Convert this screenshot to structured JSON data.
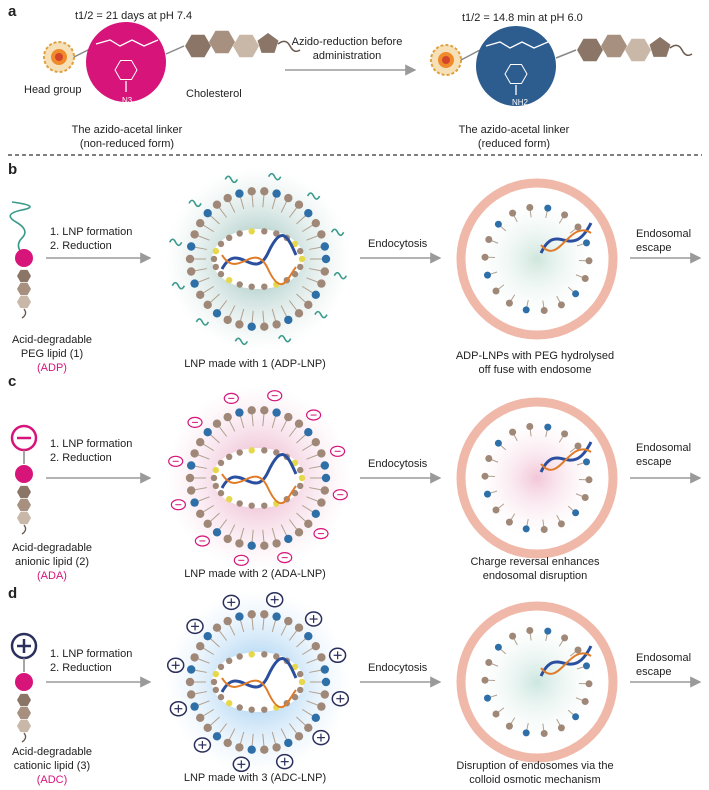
{
  "panels": {
    "a": {
      "label": "a",
      "half_life_left": "t1/2 = 21 days at pH 7.4",
      "half_life_right": "t1/2 = 14.8 min at pH 6.0",
      "head_group": "Head group",
      "cholesterol": "Cholesterol",
      "n3": "N3",
      "nh2": "NH2",
      "arrow_line1": "Azido-reduction before",
      "arrow_line2": "administration",
      "left_caption1": "The azido-acetal linker",
      "left_caption2": "(non-reduced form)",
      "right_caption1": "The azido-acetal linker",
      "right_caption2": "(reduced form)"
    },
    "b": {
      "label": "b",
      "step1": "1. LNP formation",
      "step2": "2. Reduction",
      "lipid_line1": "Acid-degradable",
      "lipid_line2": "PEG lipid (1)",
      "lipid_abbr": "(ADP)",
      "lnp_caption": "LNP  made with 1 (ADP-LNP)",
      "endocytosis": "Endocytosis",
      "endosome_caption1": "ADP-LNPs with PEG hydrolysed",
      "endosome_caption2": "off fuse with endosome",
      "escape1": "Endosomal",
      "escape2": "escape"
    },
    "c": {
      "label": "c",
      "step1": "1. LNP formation",
      "step2": "2. Reduction",
      "lipid_line1": "Acid-degradable",
      "lipid_line2": "anionic lipid (2)",
      "lipid_abbr": "(ADA)",
      "lnp_caption": "LNP  made with 2 (ADA-LNP)",
      "endocytosis": "Endocytosis",
      "endosome_caption1": "Charge reversal enhances",
      "endosome_caption2": "endosomal disruption",
      "escape1": "Endosomal",
      "escape2": "escape"
    },
    "d": {
      "label": "d",
      "step1": "1. LNP formation",
      "step2": "2. Reduction",
      "lipid_line1": "Acid-degradable",
      "lipid_line2": "cationic lipid (3)",
      "lipid_abbr": "(ADC)",
      "lnp_caption": "LNP  made with 3 (ADC-LNP)",
      "endocytosis": "Endocytosis",
      "endosome_caption1": "Disruption of endosomes via the",
      "endosome_caption2": "colloid osmotic mechanism",
      "escape1": "Endosomal",
      "escape2": "escape"
    }
  },
  "colors": {
    "magenta": "#d6147a",
    "blue_sphere": "#2d5c8f",
    "cholesterol_brown": "#8a7566",
    "endosome_pink": "#f0b8a8",
    "lipid_head_brown": "#a08878",
    "lipid_head_blue": "#2f6fa8",
    "peg_teal": "#3a9a8c",
    "rna_blue": "#2a4f9e",
    "rna_orange": "#e07b2a"
  }
}
